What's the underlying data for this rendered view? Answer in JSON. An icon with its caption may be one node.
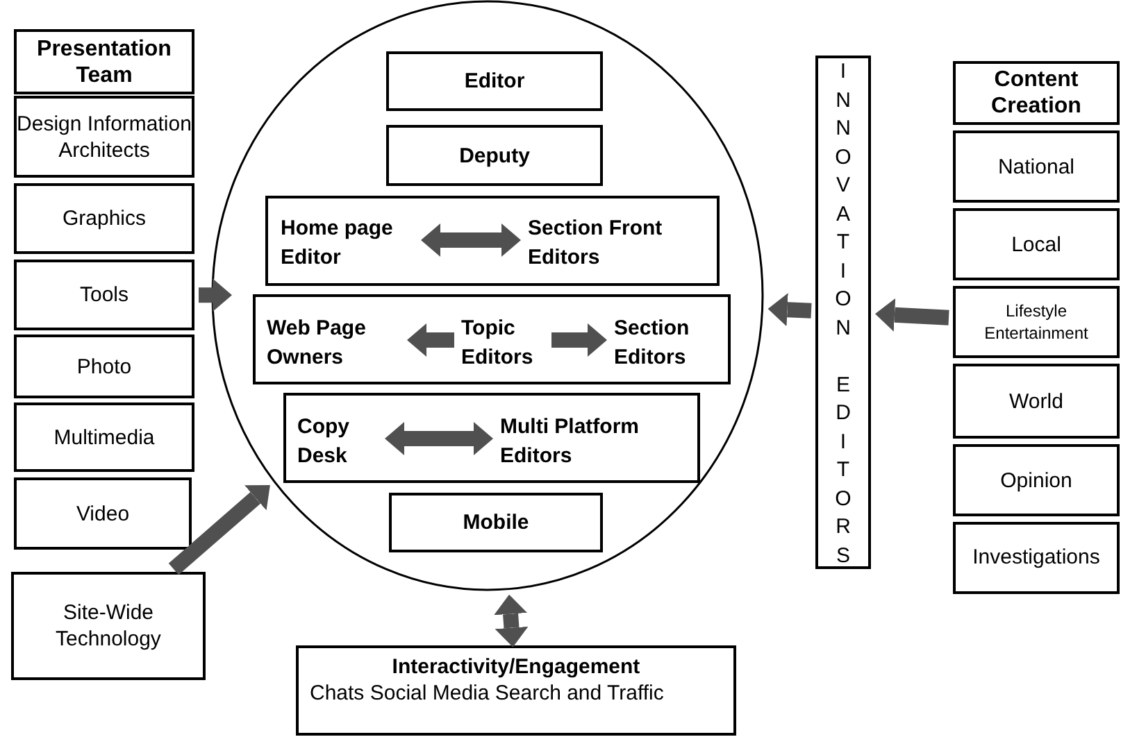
{
  "diagram": {
    "nodes": [
      {
        "text": [
          "Presentation Team"
        ]
      },
      {
        "text": [
          "Design Information Architects"
        ]
      },
      {
        "text": [
          "Graphics"
        ]
      },
      {
        "text": [
          "Tools"
        ]
      },
      {
        "text": [
          "Photo"
        ]
      },
      {
        "text": [
          "Multimedia"
        ]
      },
      {
        "text": [
          "Video"
        ]
      },
      {
        "text": [
          "Site-Wide Technology"
        ]
      },
      {
        "text": [],
        "shape": "circle"
      },
      {
        "text": [
          "Editor"
        ],
        "in": 8
      },
      {
        "text": [
          "Deputy"
        ],
        "in": 8
      },
      {
        "text": [],
        "shape": "box",
        "in": 8
      },
      {
        "text": [
          "Home page Editor"
        ],
        "in": 11
      },
      {
        "text": [
          "Section Front Editors"
        ],
        "in": 11
      },
      {
        "text": [],
        "shape": "box",
        "in": 8
      },
      {
        "text": [
          "Web Page Owners"
        ],
        "in": 14
      },
      {
        "text": [
          "Topic Editors"
        ],
        "in": 14
      },
      {
        "text": [
          "Section Editors"
        ],
        "in": 14
      },
      {
        "text": [],
        "shape": "box",
        "in": 8
      },
      {
        "text": [
          "Copy Desk"
        ],
        "in": 18
      },
      {
        "text": [
          "Multi Platform Editors"
        ],
        "in": 18
      },
      {
        "text": [
          "Mobile"
        ],
        "in": 8
      },
      {
        "text": [
          "Interactivity/Engagement",
          "Chats Social Media Search and Traffic"
        ]
      },
      {
        "text": [
          "INNOVATION EDITORS"
        ]
      },
      {
        "text": [
          "Content Creation"
        ]
      },
      {
        "text": [
          "National"
        ]
      },
      {
        "text": [
          "Local"
        ]
      },
      {
        "text": [
          "Lifestyle Entertainment"
        ]
      },
      {
        "text": [
          "World"
        ]
      },
      {
        "text": [
          "Opinion"
        ]
      },
      {
        "text": [
          "Investigations"
        ]
      }
    ],
    "edges": [
      {
        "from": 3,
        "to": 8,
        "arrow": "to"
      },
      {
        "from": 7,
        "to": 8,
        "arrow": "to"
      },
      {
        "from": 23,
        "to": 8,
        "arrow": "to"
      },
      {
        "from": 27,
        "to": 23,
        "arrow": "to"
      },
      {
        "from": 8,
        "to": 22,
        "arrow": "both"
      },
      {
        "from": 12,
        "to": 13,
        "arrow": "both"
      },
      {
        "from": 16,
        "to": 15,
        "arrow": "to"
      },
      {
        "from": 16,
        "to": 17,
        "arrow": "to"
      },
      {
        "from": 19,
        "to": 20,
        "arrow": "both"
      }
    ]
  }
}
